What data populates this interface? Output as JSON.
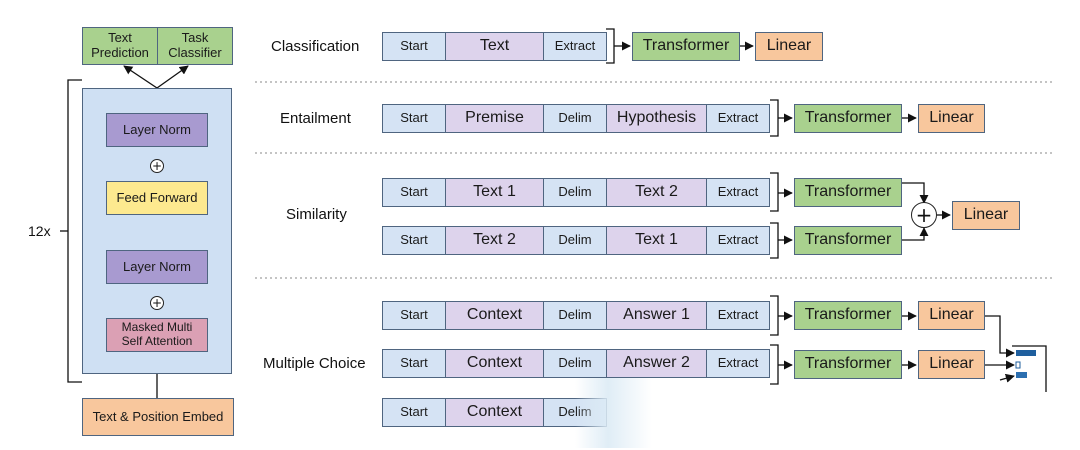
{
  "transformer": {
    "outputs": {
      "text_prediction": "Text\nPrediction",
      "task_classifier": "Task\nClassifier"
    },
    "repeat_label": "12x",
    "layer_norm_top": "Layer Norm",
    "feed_forward": "Feed Forward",
    "layer_norm_bottom": "Layer Norm",
    "masked_attention": "Masked Multi\nSelf Attention",
    "embed": "Text & Position Embed",
    "plus_symbol": "+"
  },
  "tasks": {
    "classification": {
      "label": "Classification",
      "input": [
        "Start",
        "Text",
        "Extract"
      ],
      "transformer": "Transformer",
      "linear": "Linear"
    },
    "entailment": {
      "label": "Entailment",
      "input": [
        "Start",
        "Premise",
        "Delim",
        "Hypothesis",
        "Extract"
      ],
      "transformer": "Transformer",
      "linear": "Linear"
    },
    "similarity": {
      "label": "Similarity",
      "input_a": [
        "Start",
        "Text 1",
        "Delim",
        "Text 2",
        "Extract"
      ],
      "input_b": [
        "Start",
        "Text 2",
        "Delim",
        "Text 1",
        "Extract"
      ],
      "transformer": "Transformer",
      "plus": "+",
      "linear": "Linear"
    },
    "multiple_choice": {
      "label": "Multiple Choice",
      "input_a": [
        "Start",
        "Context",
        "Delim",
        "Answer 1",
        "Extract"
      ],
      "input_b": [
        "Start",
        "Context",
        "Delim",
        "Answer 2",
        "Extract"
      ],
      "input_c": [
        "Start",
        "Context",
        "Delim"
      ],
      "transformer": "Transformer",
      "linear": "Linear"
    }
  }
}
